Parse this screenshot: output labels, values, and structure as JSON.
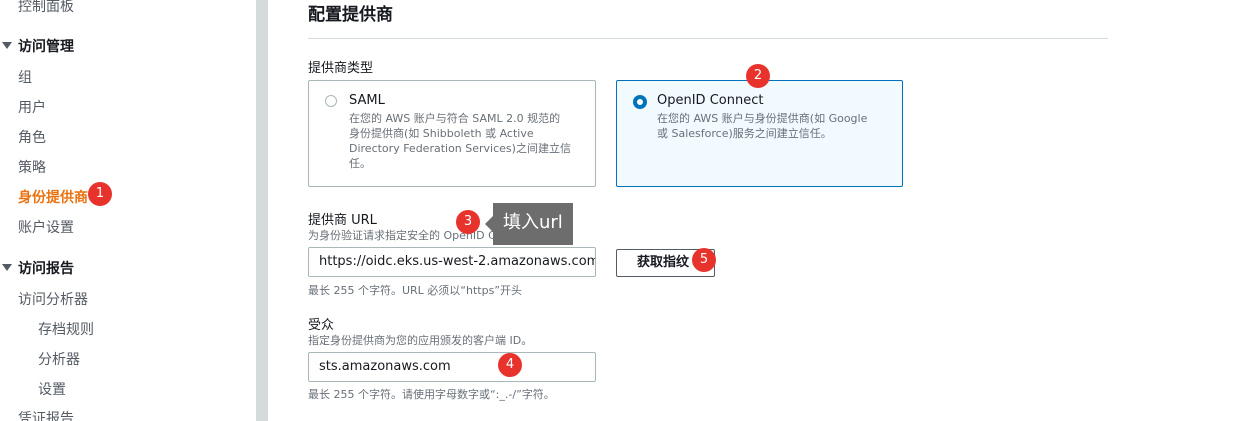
{
  "sidebar": {
    "dashboard": "控制面板",
    "access_management": {
      "label": "访问管理",
      "items": [
        "组",
        "用户",
        "角色",
        "策略",
        "身份提供商",
        "账户设置"
      ],
      "active_index": 4
    },
    "access_reports": {
      "label": "访问报告",
      "items": [
        "访问分析器"
      ],
      "subitems": [
        "存档规则",
        "分析器",
        "设置"
      ]
    },
    "credential_report": "凭证报告"
  },
  "main": {
    "title": "配置提供商",
    "provider_type": {
      "label": "提供商类型",
      "options": [
        {
          "title": "SAML",
          "desc_lines": [
            "在您的 AWS 账户与符合 SAML 2.0 规范的",
            "身份提供商(如 Shibboleth 或 Active",
            "Directory Federation Services)之间建立信",
            "任。"
          ],
          "selected": false
        },
        {
          "title": "OpenID Connect",
          "desc_lines": [
            "在您的 AWS 账户与身份提供商(如 Google",
            "或 Salesforce)服务之间建立信任。"
          ],
          "selected": true
        }
      ]
    },
    "provider_url": {
      "label": "提供商 URL",
      "desc": "为身份验证请求指定安全的 OpenID Connect URL。",
      "value": "https://oidc.eks.us-west-2.amazonaws.com",
      "hint": "最长 255 个字符。URL 必须以“https”开头",
      "button": "获取指纹"
    },
    "audience": {
      "label": "受众",
      "desc": "指定身份提供商为您的应用颁发的客户端 ID。",
      "value": "sts.amazonaws.com",
      "hint": "最长 255 个字符。请使用字母数字或“:_.-/”字符。"
    }
  },
  "annotations": {
    "markers": [
      "1",
      "2",
      "3",
      "4",
      "5"
    ],
    "tooltip": "填入url",
    "marker_color": "#e8322c"
  }
}
